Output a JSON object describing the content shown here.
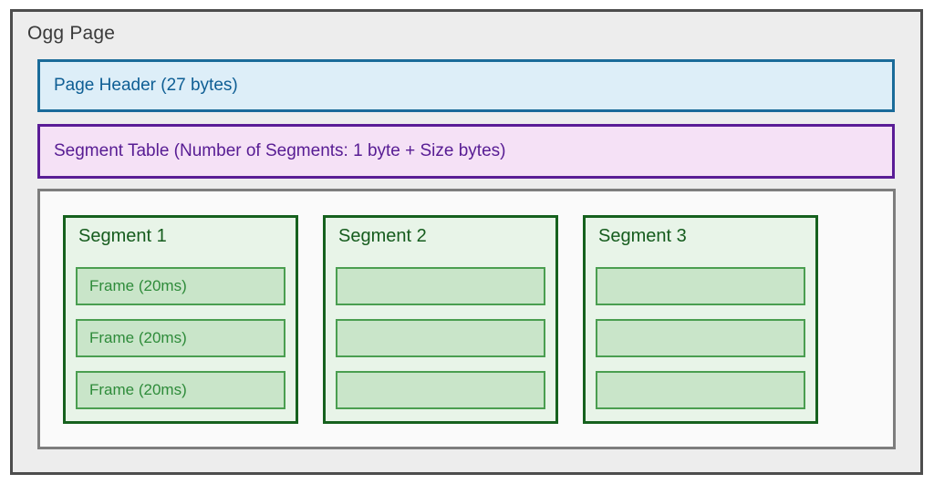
{
  "diagram": {
    "title": "Ogg Page",
    "page_header": {
      "label": "Page Header (27 bytes)"
    },
    "segment_table": {
      "label": "Segment Table (Number of Segments: 1 byte + Size bytes)"
    },
    "segments": [
      {
        "title": "Segment 1",
        "frames": [
          "Frame (20ms)",
          "Frame (20ms)",
          "Frame (20ms)"
        ]
      },
      {
        "title": "Segment 2",
        "frames": [
          "",
          "",
          ""
        ]
      },
      {
        "title": "Segment 3",
        "frames": [
          "",
          "",
          ""
        ]
      }
    ],
    "colors": {
      "title_text": "#3a3a3a",
      "outer_border": "#4d4d4d",
      "outer_bg": "#ededed",
      "header_bg": "#ddeef8",
      "header_border": "#1a6b99",
      "header_text": "#0e5e94",
      "table_bg": "#f5e1f6",
      "table_border": "#5a1d96",
      "table_text": "#571c93",
      "container_bg": "#fafafa",
      "container_border": "#7d7d7d",
      "segment_bg": "#e8f4e8",
      "segment_border": "#16611e",
      "segment_text": "#155c1d",
      "frame_bg": "#c9e5c9",
      "frame_border": "#4a9e50",
      "frame_text": "#2e8b3a"
    }
  }
}
